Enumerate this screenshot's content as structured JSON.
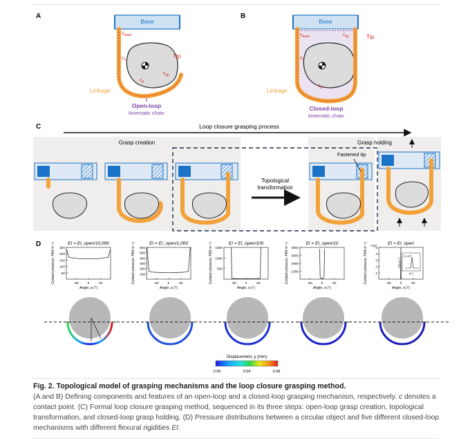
{
  "figure": {
    "panel_labels": {
      "a": "A",
      "b": "B",
      "c": "C",
      "d": "D"
    },
    "panel_a": {
      "base": "Base",
      "c_base": "c",
      "c_base_sub": "base",
      "c1": "c",
      "c1_sub": "1",
      "c2": "c",
      "c2_sub": "2",
      "c_tip": "c",
      "c_tip_sub": "tip",
      "tip": "Tip",
      "linkage": "Linkage",
      "chain_title": "Open-loop",
      "chain_sub": "kinematic chain"
    },
    "panel_b": {
      "base": "Base",
      "c_base": "c",
      "c_base_sub": "base",
      "c_tip": "c",
      "c_tip_sub": "tip",
      "c1": "c",
      "c1_sub": "1",
      "c2": "c",
      "c2_sub": "2",
      "tip": "Tip",
      "linkage": "Linkage",
      "chain_title": "Closed-loop",
      "chain_sub": "kinematic chain"
    },
    "panel_c": {
      "process": "Loop closure grasping process",
      "grasp_creation": "Grasp creation",
      "grasp_holding": "Grasp holding",
      "fastened_tip": "Fastened tip",
      "transform_line1": "Topological",
      "transform_line2": "transformation"
    },
    "panel_d": {
      "ylabel": "Contact pressure, P(N m⁻¹)",
      "xlabel": "Angle, α (°)",
      "colorbar_label": "Displacement, y (mm)",
      "colorbar_ticks": [
        "0.00",
        "0.04",
        "0.08"
      ],
      "inset_ylabel": "P(N m⁻¹)",
      "inset_xlabel": "α(°)",
      "inset_exp": "5 ×10⁶",
      "chart_data": [
        {
          "type": "line",
          "title": "EI = EI_open/10,000",
          "yticks": [
            "50",
            "100",
            "150",
            "200",
            "250"
          ],
          "xticks": [
            "-50",
            "0",
            "50"
          ],
          "ylim": [
            0,
            250
          ],
          "x": [
            -88,
            -80,
            -60,
            -40,
            -20,
            0,
            20,
            40,
            60,
            80,
            88
          ],
          "y": [
            230,
            172,
            166,
            162,
            160,
            160,
            160,
            162,
            166,
            172,
            230
          ]
        },
        {
          "type": "line",
          "title": "EI = EI_open/1,000",
          "yticks": [
            "100",
            "200",
            "300",
            "400",
            "500",
            "600"
          ],
          "xticks": [
            "-50",
            "0",
            "50"
          ],
          "ylim": [
            0,
            600
          ],
          "x": [
            -88,
            -80,
            -60,
            -30,
            0,
            30,
            60,
            80,
            88
          ],
          "y": [
            600,
            145,
            130,
            126,
            125,
            126,
            130,
            145,
            600
          ]
        },
        {
          "type": "line",
          "title": "EI = EI_open/100",
          "yticks": [
            "500",
            "1000",
            "1500"
          ],
          "xticks": [
            "-50",
            "0",
            "50"
          ],
          "ylim": [
            0,
            1500
          ],
          "x": [
            -60,
            -58,
            -40,
            -20,
            0,
            20,
            40,
            58,
            60
          ],
          "y": [
            1500,
            30,
            25,
            22,
            20,
            22,
            25,
            30,
            1500
          ]
        },
        {
          "type": "line",
          "title": "EI = EI_open/10",
          "yticks": [
            "1000",
            "2000",
            "3000",
            "4000"
          ],
          "xticks": [
            "-50",
            "0",
            "50"
          ],
          "ylim": [
            0,
            4000
          ],
          "x": [
            -10,
            -8,
            -5,
            -3,
            0,
            3,
            5,
            8,
            10
          ],
          "y": [
            3800,
            300,
            120,
            60,
            30,
            60,
            120,
            300,
            3800
          ]
        },
        {
          "type": "line",
          "title": "EI = EI_open",
          "yticks": [
            "1",
            "2",
            "3",
            "4",
            "5"
          ],
          "exponent": "×10⁴",
          "xticks": [
            "-50",
            "0",
            "50"
          ],
          "ylim": [
            0,
            5
          ],
          "x": [
            -2,
            -1,
            0,
            1,
            2
          ],
          "y": [
            0,
            0,
            5,
            0,
            0
          ]
        }
      ]
    }
  },
  "caption": {
    "title": "Fig. 2. Topological model of grasping mechanisms and the loop closure grasping method.",
    "body_1": "(A and B) Defining components and features of an open-loop and a closed-loop grasping mechanism, respectively. ",
    "c_symbol": "c",
    "body_2": " denotes a contact point. (C) Formal loop closure grasping method, sequenced in its three steps: open-loop grasp creation, topological transformation, and closed-loop grasp holding. (D) Pressure distributions between a circular object and five different closed-loop mechanisms with different flexural rigidities ",
    "ei": "EI",
    "body_3": "."
  },
  "colors": {
    "orange": "#f2a23a",
    "blue": "#1a73c6",
    "red": "#d62828",
    "purple": "#7a3fa0",
    "navy": "#1f2f4a"
  }
}
